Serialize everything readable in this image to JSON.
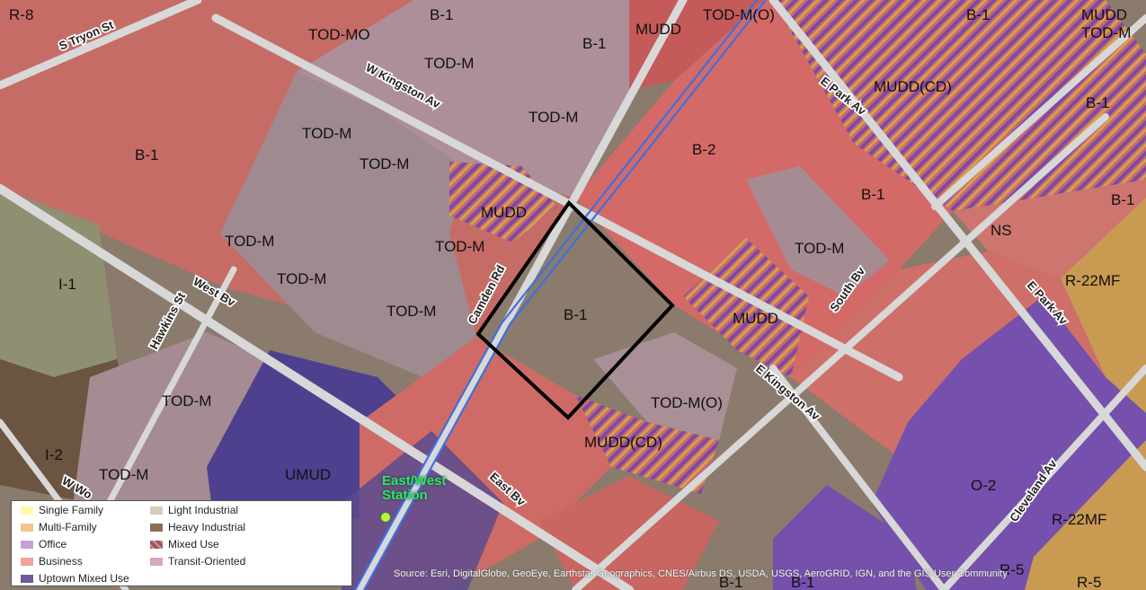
{
  "map": {
    "zones": [
      {
        "id": "r8",
        "label": "R-8"
      },
      {
        "id": "b1-nw-top",
        "label": "B-1"
      },
      {
        "id": "tod-mo",
        "label": "TOD-MO"
      },
      {
        "id": "tod-m-1",
        "label": "TOD-M"
      },
      {
        "id": "tod-m-2",
        "label": "TOD-M"
      },
      {
        "id": "b1-top-mid",
        "label": "B-1"
      },
      {
        "id": "mudd-top",
        "label": "MUDD"
      },
      {
        "id": "tod-m-o-top",
        "label": "TOD-M(O)"
      },
      {
        "id": "b1-top-right",
        "label": "B-1"
      },
      {
        "id": "mudd-right",
        "label": "MUDD"
      },
      {
        "id": "tod-m-right",
        "label": "TOD-M"
      },
      {
        "id": "mudd-cd-top",
        "label": "MUDD(CD)"
      },
      {
        "id": "b1-right-1",
        "label": "B-1"
      },
      {
        "id": "b1-west",
        "label": "B-1"
      },
      {
        "id": "tod-m-3",
        "label": "TOD-M"
      },
      {
        "id": "tod-m-4",
        "label": "TOD-M"
      },
      {
        "id": "b2",
        "label": "B-2"
      },
      {
        "id": "b1-east",
        "label": "B-1"
      },
      {
        "id": "b1-far-right",
        "label": "B-1"
      },
      {
        "id": "mudd-camden",
        "label": "MUDD"
      },
      {
        "id": "tod-m-5",
        "label": "TOD-M"
      },
      {
        "id": "tod-m-6",
        "label": "TOD-M"
      },
      {
        "id": "tod-m-7",
        "label": "TOD-M"
      },
      {
        "id": "tod-m-8",
        "label": "TOD-M"
      },
      {
        "id": "tod-m-south",
        "label": "TOD-M"
      },
      {
        "id": "ns",
        "label": "NS"
      },
      {
        "id": "i1",
        "label": "I-1"
      },
      {
        "id": "b1-center",
        "label": "B-1"
      },
      {
        "id": "mudd-kingston",
        "label": "MUDD"
      },
      {
        "id": "r22mf-top",
        "label": "R-22MF"
      },
      {
        "id": "tod-m-sw",
        "label": "TOD-M"
      },
      {
        "id": "tod-m-o-center",
        "label": "TOD-M(O)"
      },
      {
        "id": "mudd-cd-bottom",
        "label": "MUDD(CD)"
      },
      {
        "id": "i2",
        "label": "I-2"
      },
      {
        "id": "tod-m-sw2",
        "label": "TOD-M"
      },
      {
        "id": "umud",
        "label": "UMUD"
      },
      {
        "id": "o2",
        "label": "O-2"
      },
      {
        "id": "r22mf-bottom",
        "label": "R-22MF"
      },
      {
        "id": "b1-bottom-1",
        "label": "B-1"
      },
      {
        "id": "b1-bottom-2",
        "label": "B-1"
      },
      {
        "id": "r5-1",
        "label": "R-5"
      },
      {
        "id": "r5-2",
        "label": "R-5"
      }
    ],
    "streets": [
      {
        "id": "s-tryon",
        "label": "S Tryon St"
      },
      {
        "id": "w-kingston",
        "label": "W Kingston Av"
      },
      {
        "id": "e-park-1",
        "label": "E Park Av"
      },
      {
        "id": "e-park-2",
        "label": "E Park Av"
      },
      {
        "id": "camden",
        "label": "Camden Rd"
      },
      {
        "id": "hawkins",
        "label": "Hawkins St"
      },
      {
        "id": "west-bv",
        "label": "West Bv"
      },
      {
        "id": "south-bv",
        "label": "South Bv"
      },
      {
        "id": "e-kingston",
        "label": "E Kingston Av"
      },
      {
        "id": "east-bv",
        "label": "East Bv"
      },
      {
        "id": "cleveland",
        "label": "Cleveland Av"
      },
      {
        "id": "w-wo",
        "label": "W Wo"
      }
    ],
    "station": {
      "line1": "East/West",
      "line2": "Station"
    },
    "attribution": "Source: Esri, DigitalGlobe, GeoEye, Earthstar Geographics, CNES/Airbus DS, USDA, USGS, AeroGRID, IGN, and the GIS User Community"
  },
  "legend": {
    "items": [
      {
        "label": "Single Family",
        "color": "#fff9a8"
      },
      {
        "label": "Multi-Family",
        "color": "#f5c58a"
      },
      {
        "label": "Office",
        "color": "#c8a0d8"
      },
      {
        "label": "Business",
        "color": "#f2a39c"
      },
      {
        "label": "Uptown Mixed Use",
        "color": "#6f5a9c"
      },
      {
        "label": "Light Industrial",
        "color": "#d7cdbf"
      },
      {
        "label": "Heavy Industrial",
        "color": "#8b6f55"
      },
      {
        "label": "Mixed Use",
        "color": "#b0547a"
      },
      {
        "label": "Transit-Oriented",
        "color": "#d9a8b8"
      }
    ]
  },
  "colors": {
    "business": "#d26b6b",
    "tod": "#b58c98",
    "uptown": "#4f3f8f",
    "office": "#8a62c0",
    "multifamily": "#c99a52",
    "industrial_light": "#8f8f72",
    "industrial_heavy": "#6b5440",
    "rail": "#3d6fe0",
    "site_outline": "#000000"
  }
}
